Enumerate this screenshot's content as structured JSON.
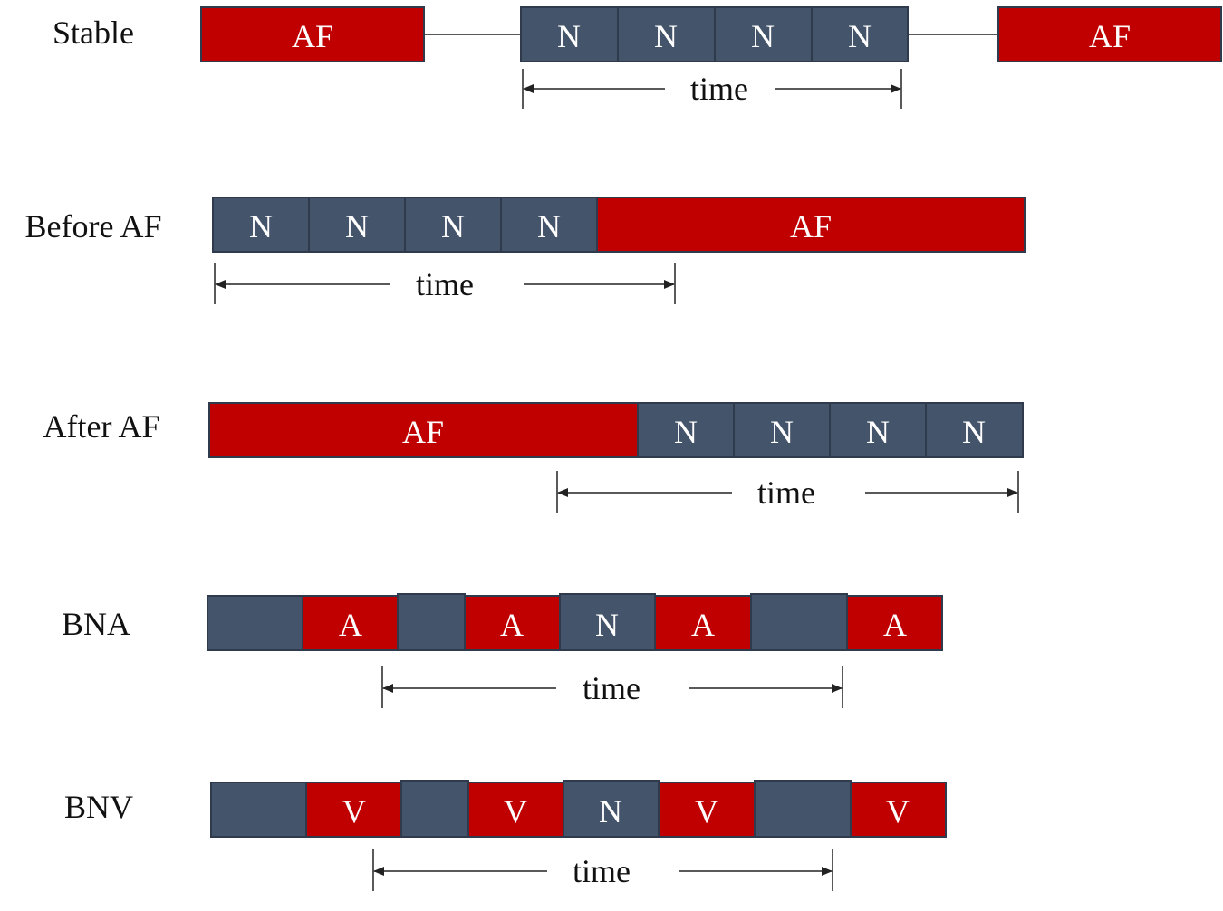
{
  "colors": {
    "normal": "#44546a",
    "af": "#c00000",
    "border": "#2f3b4c",
    "line": "#222222"
  },
  "rows": [
    {
      "label": "Stable",
      "segments": [
        {
          "text": "AF",
          "kind": "af"
        },
        {
          "text": "N",
          "kind": "normal"
        },
        {
          "text": "N",
          "kind": "normal"
        },
        {
          "text": "N",
          "kind": "normal"
        },
        {
          "text": "N",
          "kind": "normal"
        },
        {
          "text": "AF",
          "kind": "af"
        }
      ],
      "time_label": "time"
    },
    {
      "label": "Before AF",
      "segments": [
        {
          "text": "N",
          "kind": "normal"
        },
        {
          "text": "N",
          "kind": "normal"
        },
        {
          "text": "N",
          "kind": "normal"
        },
        {
          "text": "N",
          "kind": "normal"
        },
        {
          "text": "AF",
          "kind": "af"
        }
      ],
      "time_label": "time"
    },
    {
      "label": "After AF",
      "segments": [
        {
          "text": "AF",
          "kind": "af"
        },
        {
          "text": "N",
          "kind": "normal"
        },
        {
          "text": "N",
          "kind": "normal"
        },
        {
          "text": "N",
          "kind": "normal"
        },
        {
          "text": "N",
          "kind": "normal"
        }
      ],
      "time_label": "time"
    },
    {
      "label": "BNA",
      "segments": [
        {
          "text": "",
          "kind": "normal"
        },
        {
          "text": "A",
          "kind": "af"
        },
        {
          "text": "",
          "kind": "normal"
        },
        {
          "text": "A",
          "kind": "af"
        },
        {
          "text": "N",
          "kind": "normal"
        },
        {
          "text": "A",
          "kind": "af"
        },
        {
          "text": "",
          "kind": "normal"
        },
        {
          "text": "A",
          "kind": "af"
        }
      ],
      "time_label": "time"
    },
    {
      "label": "BNV",
      "segments": [
        {
          "text": "",
          "kind": "normal"
        },
        {
          "text": "V",
          "kind": "af"
        },
        {
          "text": "",
          "kind": "normal"
        },
        {
          "text": "V",
          "kind": "af"
        },
        {
          "text": "N",
          "kind": "normal"
        },
        {
          "text": "V",
          "kind": "af"
        },
        {
          "text": "",
          "kind": "normal"
        },
        {
          "text": "V",
          "kind": "af"
        }
      ],
      "time_label": "time"
    }
  ]
}
